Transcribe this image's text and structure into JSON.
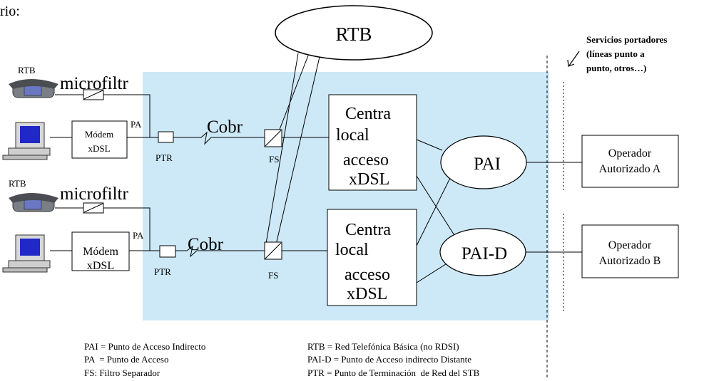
{
  "caption_fragment": "rio:",
  "rtb_cloud": "RTB",
  "bearer_services": [
    "Servicios portadores",
    "(líneas punto a",
    "punto, otros…)"
  ],
  "lines": [
    {
      "phone_label": "RTB",
      "microfilter": "microfiltr",
      "modem": [
        "Módem",
        "xDSL"
      ],
      "pa": "PA",
      "ptr": "PTR",
      "copper": "Cobr",
      "fs": "FS",
      "central": [
        "Centra",
        "local",
        "acceso",
        "xDSL"
      ]
    },
    {
      "phone_label": "RTB",
      "microfilter": "microfiltr",
      "modem": [
        "Módem",
        "xDSL"
      ],
      "pa": "PA",
      "ptr": "PTR",
      "copper": "Cobr",
      "fs": "FS",
      "central": [
        "Centra",
        "local",
        "acceso",
        "xDSL"
      ]
    }
  ],
  "pai": "PAI",
  "pai_d": "PAI-D",
  "operators": [
    [
      "Operador",
      "Autorizado A"
    ],
    [
      "Operador",
      "Autorizado B"
    ]
  ],
  "legend": {
    "left": [
      "PAI = Punto de Acceso Indirecto",
      "PA  = Punto de Acceso",
      "FS: Filtro Separador"
    ],
    "right": [
      "RTB = Red Telefónica Básica (no RDSI)",
      "PAI-D = Punto de Acceso indirecto Distante",
      "PTR = Punto de Terminación  de Red del STB"
    ]
  },
  "colors": {
    "access_area": "#cde9f7",
    "screen": "#2028c8",
    "phone_body": "#7a7f86"
  }
}
